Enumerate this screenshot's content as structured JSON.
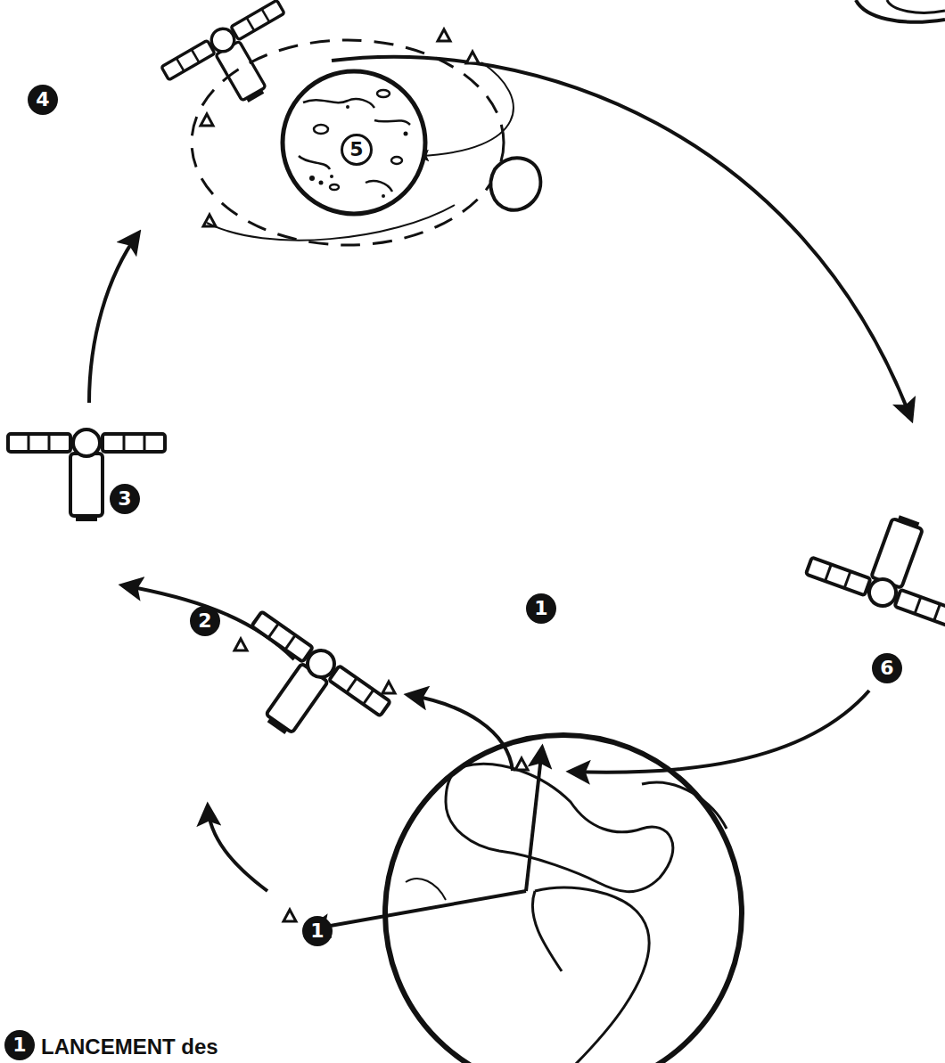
{
  "diagram": {
    "labels": [
      "4",
      "5",
      "3",
      "2",
      "1",
      "1",
      "6",
      "1",
      "LANCEMENT des"
    ]
  }
}
